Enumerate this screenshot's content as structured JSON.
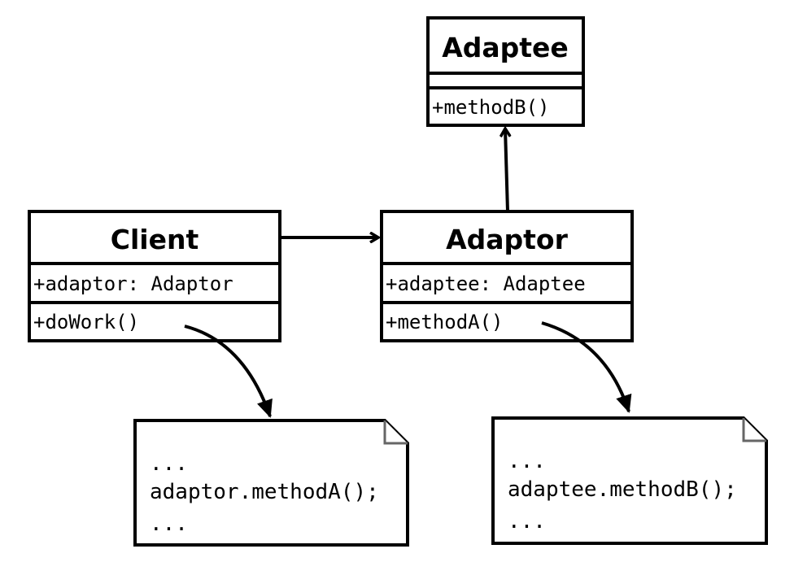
{
  "classes": {
    "adaptee": {
      "name": "Adaptee",
      "attributes": "",
      "method": "+methodB()"
    },
    "client": {
      "name": "Client",
      "attribute": "+adaptor: Adaptor",
      "method": "+doWork()"
    },
    "adaptor": {
      "name": "Adaptor",
      "attribute": "+adaptee: Adaptee",
      "method": "+methodA()"
    }
  },
  "notes": {
    "client": {
      "lines": [
        "...",
        "adaptor.methodA();",
        "..."
      ]
    },
    "adaptor": {
      "lines": [
        "...",
        "adaptee.methodB();",
        "..."
      ]
    }
  }
}
